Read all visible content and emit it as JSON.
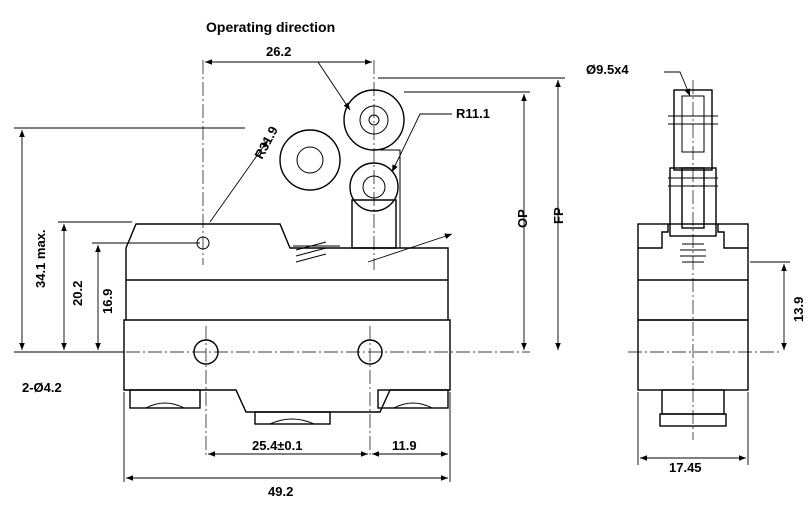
{
  "title": "Operating direction",
  "dimensions": {
    "top_offset": "26.2",
    "lever_radius": "R31.9",
    "roller_radius": "R11.1",
    "total_height": "34.1 max.",
    "height_20": "20.2",
    "height_16": "16.9",
    "op": "OP",
    "fp": "FP",
    "holes": "2-Ø4.2",
    "hole_pitch": "25.4±0.1",
    "right_offset": "11.9",
    "total_width": "49.2",
    "roller_diameter": "Ø9.5x4",
    "side_height": "13.9",
    "side_width": "17.45"
  }
}
